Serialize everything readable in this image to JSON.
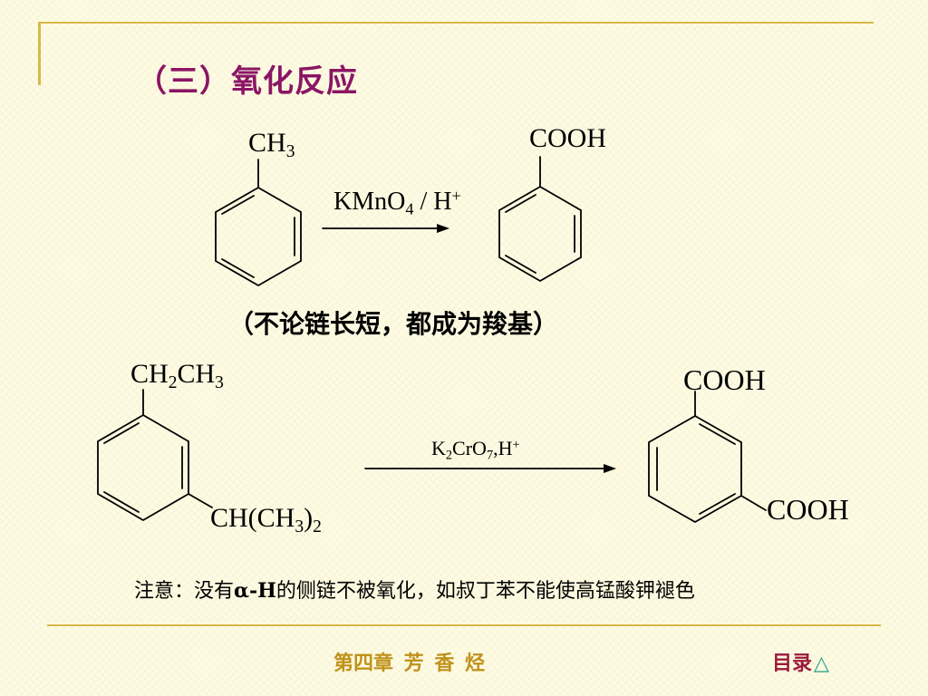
{
  "slide": {
    "title": "（三）氧化反应",
    "note_chain": "（不论链长短，都成为羧基）",
    "note_alpha_pre": "注意：没有",
    "note_alpha_bold": "α-H",
    "note_alpha_post": "的侧链不被氧化，如叔丁苯不能使高锰酸钾褪色"
  },
  "reaction1": {
    "reactant_group": "CH",
    "reactant_sub": "3",
    "reagent_main": "KMnO",
    "reagent_sub": "4",
    "reagent_sep": " / H",
    "reagent_sup": "+",
    "product_group": "COOH"
  },
  "reaction2": {
    "sub1_main": "CH",
    "sub1_sub1": "2",
    "sub1_mid": "CH",
    "sub1_sub2": "3",
    "sub2_main": "CH(CH",
    "sub2_sub1": "3",
    "sub2_mid": ")",
    "sub2_sub2": "2",
    "reagent_a": "K",
    "reagent_a_sub": "2",
    "reagent_b": "CrO",
    "reagent_b_sub": "7",
    "reagent_c": ",H",
    "reagent_c_sup": "+",
    "product_group1": "COOH",
    "product_group2": "COOH"
  },
  "footer": {
    "chapter": "第四章  芳  香  烃",
    "toc_label": "目录",
    "toc_icon": "△"
  }
}
